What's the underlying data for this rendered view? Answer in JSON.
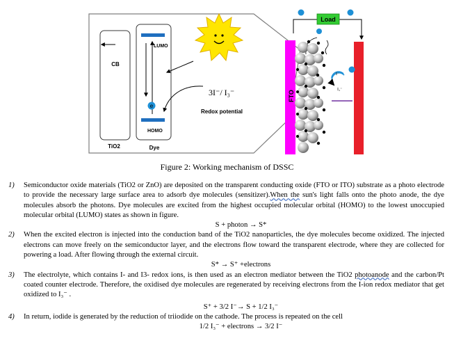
{
  "diagram": {
    "labels": {
      "cb": "CB",
      "tio2": "TiO2",
      "dye": "Dye",
      "lumo": "LUMO",
      "homo": "HOMO",
      "redox_formula": "3I⁻/ I₃⁻",
      "redox_potential": "Redox potential",
      "load": "Load",
      "fto": "FTO",
      "electron_symbol": "e",
      "i_minus": "I⁻",
      "i3_minus": "I₃⁻"
    },
    "colors": {
      "level_bar": "#1f6fbf",
      "sun": "#ffe600",
      "load_box": "#33cc33",
      "fto": "#ff00ff",
      "counter_electrode": "#e8202a",
      "electron": "#1e90d6",
      "callout": "#7f7f7f"
    }
  },
  "caption": "Figure 2: Working mechanism of DSSC",
  "steps": [
    {
      "num": "1)",
      "text_a": "Semiconductor oxide materials (TiO2 or ZnO) are deposited on the transparent conducting oxide (FTO or ITO) substrate as a photo electrode to provide the necessary large surface area to adsorb dye molecules (sensitizer).",
      "text_b": "When the",
      "text_c": " sun's light falls onto the photo anode, the dye molecules absorb the photons. Dye molecules are excited from the highest occupied molecular orbital (HOMO) to the lowest unoccupied molecular orbital (LUMO) states as shown in figure.",
      "equation": "S + photon → S*"
    },
    {
      "num": "2)",
      "text": "When the excited electron is injected into the conduction band of the TiO2 nanoparticles, the dye molecules become oxidized. The injected electrons can move freely on the semiconductor layer, and the electrons flow toward the transparent electrode, where they are collected for powering a load. After flowing through the external circuit.",
      "equation": "S* → S⁺ +electrons"
    },
    {
      "num": "3)",
      "text_a": "The electrolyte, which contains I- and I3- redox ions, is then used as an electron mediator between the TiO2 ",
      "text_b": "photoanode",
      "text_c": " and the carbon/Pt coated counter electrode. Therefore, the oxidised dye molecules are regenerated by receiving electrons from the I-ion redox mediator that get oxidized to I₃⁻ .",
      "equation": "S⁺ + 3/2 I⁻→ S + 1/2 I₃⁻"
    },
    {
      "num": "4)",
      "text": "In return, iodide is generated by the reduction of triiodide on the cathode. The process is repeated on the cell",
      "equation": "1/2 I₃⁻ + electrons → 3/2 I⁻"
    }
  ]
}
